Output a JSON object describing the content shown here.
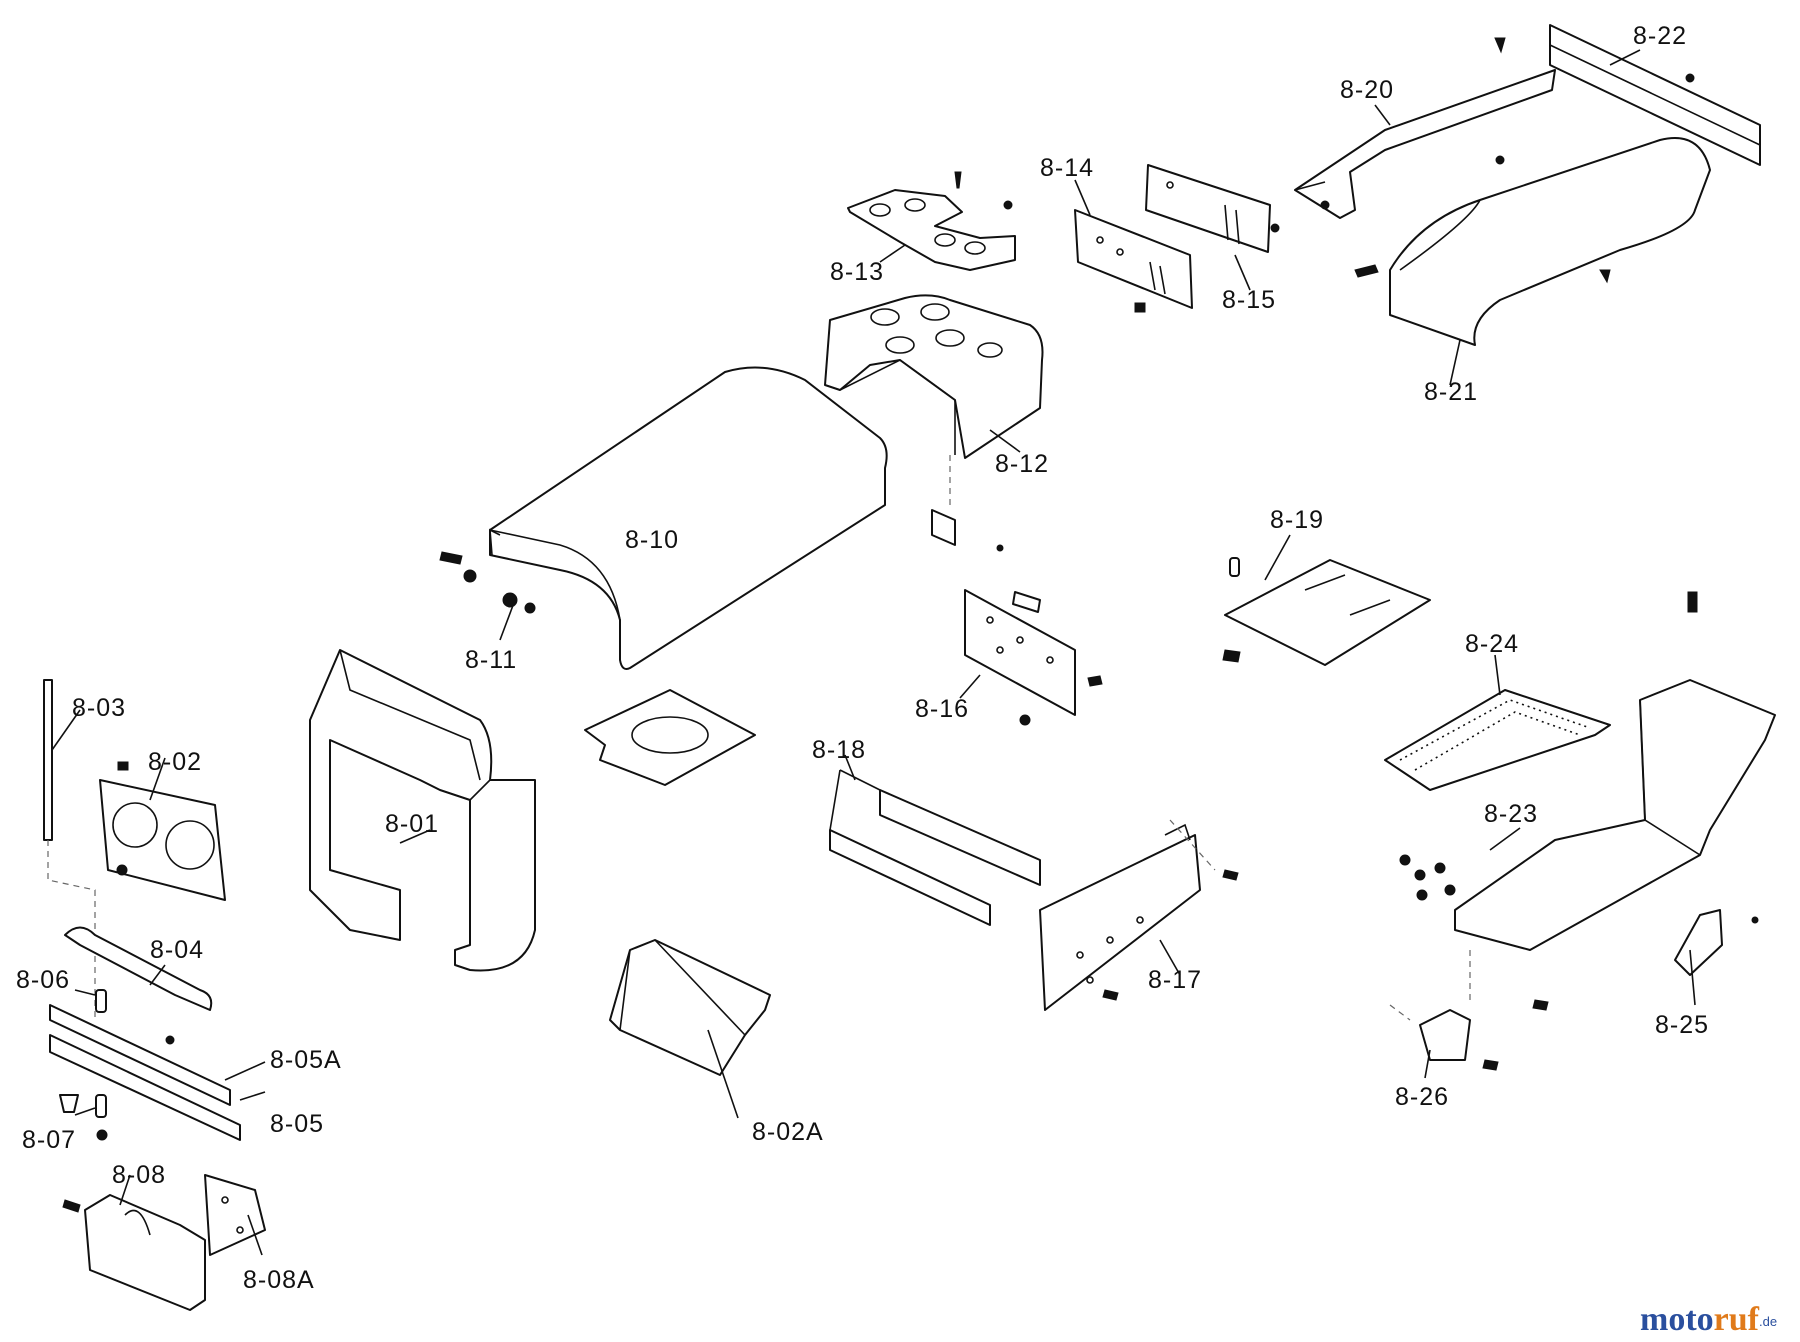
{
  "labels": {
    "p0801": "8-01",
    "p0802": "8-02",
    "p0802a": "8-02A",
    "p0803": "8-03",
    "p0804": "8-04",
    "p0805": "8-05",
    "p0805a": "8-05A",
    "p0806": "8-06",
    "p0807": "8-07",
    "p0808": "8-08",
    "p0808a": "8-08A",
    "p0810": "8-10",
    "p0811": "8-11",
    "p0812": "8-12",
    "p0813": "8-13",
    "p0814": "8-14",
    "p0815": "8-15",
    "p0816": "8-16",
    "p0817": "8-17",
    "p0818": "8-18",
    "p0819": "8-19",
    "p0820": "8-20",
    "p0821": "8-21",
    "p0822": "8-22",
    "p0823": "8-23",
    "p0824": "8-24",
    "p0825": "8-25",
    "p0826": "8-26"
  },
  "watermark": {
    "brand": "motoruf",
    "tld": ".de",
    "colors": {
      "moto": "#2a4f9e",
      "ruf": "#e07a1a",
      "tld": "#2a4f9e"
    }
  }
}
